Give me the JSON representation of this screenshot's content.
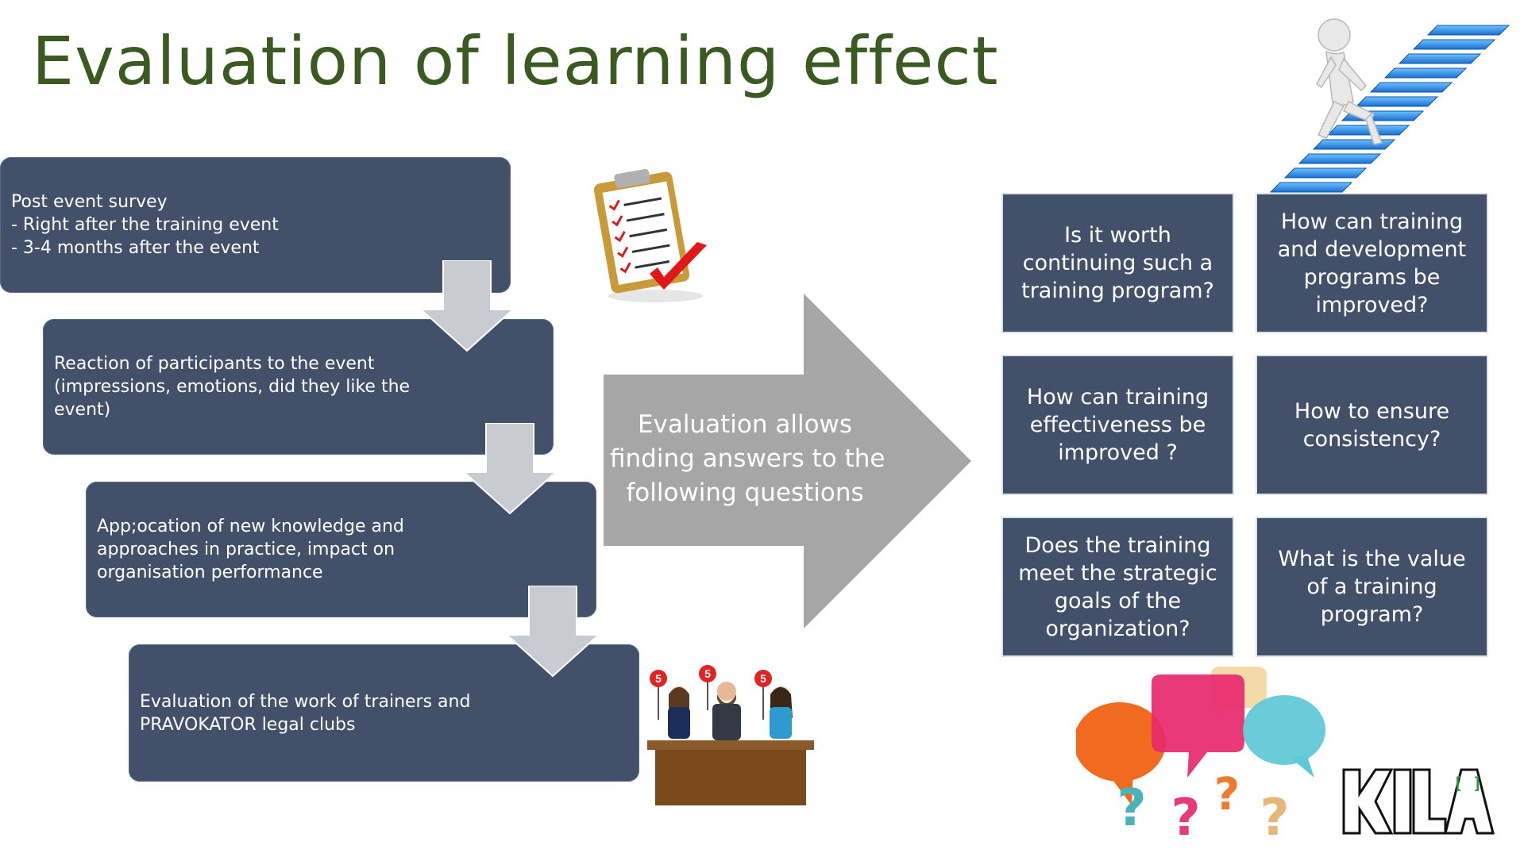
{
  "title": "Evaluation of learning effect",
  "steps": [
    {
      "lines": [
        "Post event survey",
        "- Right after the training event",
        "- 3-4 months after the event"
      ]
    },
    {
      "lines": [
        "Reaction of participants to the event",
        "(impressions, emotions, did they like the",
        "event)"
      ]
    },
    {
      "lines": [
        "App;ocation of new knowledge and",
        "approaches in practice, impact on",
        "organisation performance"
      ]
    },
    {
      "lines": [
        "Evaluation of the work of  trainers and",
        "PRAVOKATOR legal clubs"
      ]
    }
  ],
  "arrow_text": [
    "Evaluation allows",
    "finding answers to the",
    "following questions"
  ],
  "questions": [
    "Is it worth continuing such a training program?",
    "How can training and development programs be improved?",
    "How can training effectiveness be improved ?",
    "How to ensure consistency?",
    "Does the training meet the strategic goals of the organization?",
    "What is the value of a training program?"
  ],
  "judges": {
    "scores": [
      "5",
      "5",
      "5"
    ]
  },
  "icons": {
    "clipboard": "clipboard-checklist-icon",
    "stairs": "person-climbing-stairs-icon",
    "judges": "judges-panel-icon",
    "speech": "speech-bubbles-icon",
    "logo": "kila-logo"
  },
  "logo": {
    "text": "KILA",
    "mark": "[ ]"
  },
  "colors": {
    "box": "#435069",
    "title": "#3a5a22",
    "arrow": "#a6a6a6",
    "down_arrow": "#c8ccd2"
  }
}
